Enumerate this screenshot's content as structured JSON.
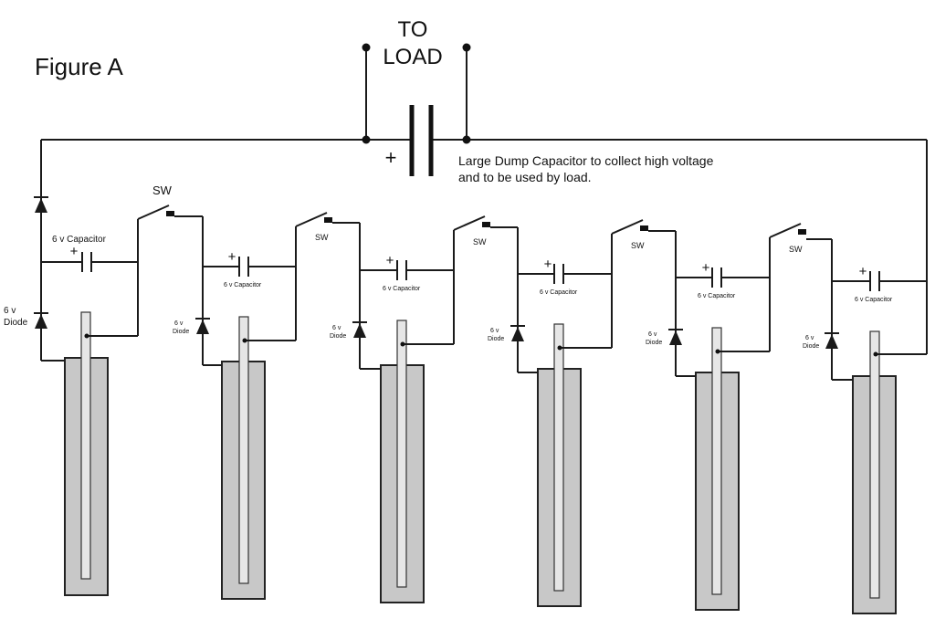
{
  "figure_title": "Figure A",
  "load_label_line1": "TO",
  "load_label_line2": "LOAD",
  "plus_sign": "+",
  "dump_note_line1": "Large Dump Capacitor to collect high voltage",
  "dump_note_line2": "and to be used by load.",
  "stages": [
    {
      "capacitor_label": "6 v Capacitor",
      "diode_label_line1": "6 v",
      "diode_label_line2": "Diode",
      "switch_label": "SW"
    },
    {
      "capacitor_label": "6 v Capacitor",
      "diode_label_line1": "6 v",
      "diode_label_line2": "Diode",
      "switch_label": "SW"
    },
    {
      "capacitor_label": "6 v Capacitor",
      "diode_label_line1": "6 v",
      "diode_label_line2": "Diode",
      "switch_label": "SW"
    },
    {
      "capacitor_label": "6 v Capacitor",
      "diode_label_line1": "6 v",
      "diode_label_line2": "Diode",
      "switch_label": "SW"
    },
    {
      "capacitor_label": "6 v Capacitor",
      "diode_label_line1": "6 v",
      "diode_label_line2": "Diode",
      "switch_label": "SW"
    },
    {
      "capacitor_label": "6 v Capacitor",
      "diode_label_line1": "6 v",
      "diode_label_line2": "Diode"
    }
  ]
}
